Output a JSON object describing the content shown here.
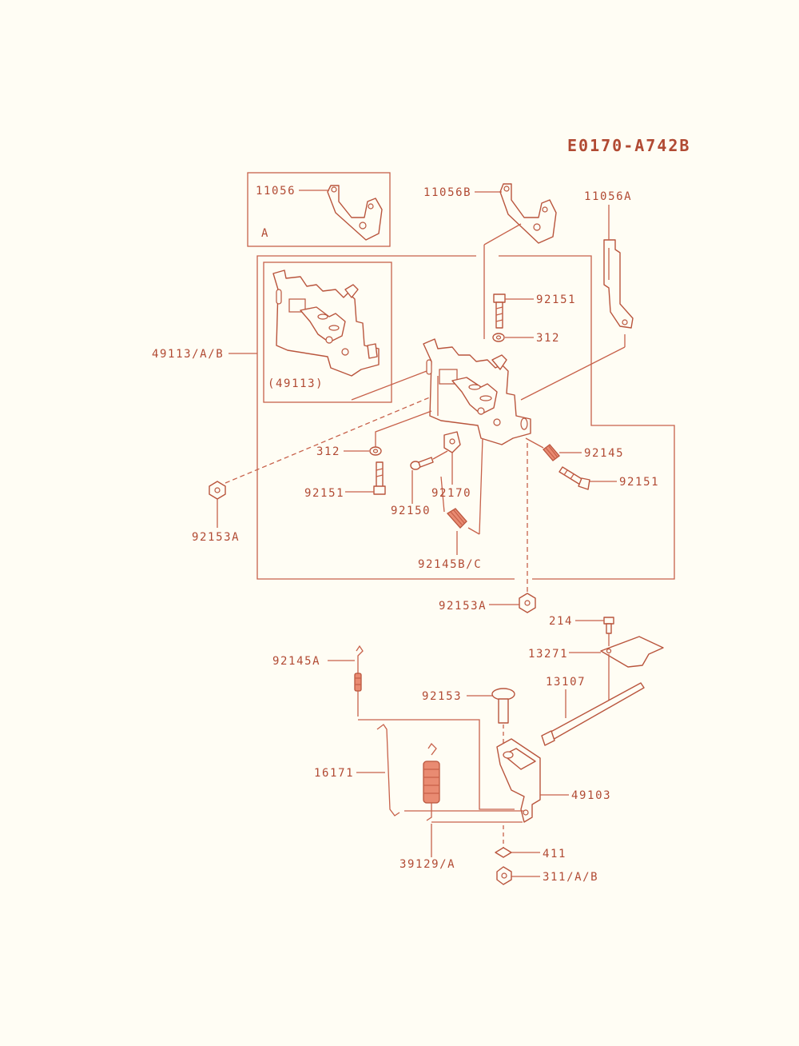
{
  "diagram_code": "E0170-A742B",
  "inset_a": {
    "label": "A"
  },
  "inset_panel": {
    "label": "(49113)"
  },
  "colors": {
    "line": "#c7614a",
    "text": "#b14a33",
    "background": "#fffdf4",
    "spring": "#e98b72"
  },
  "parts": [
    {
      "id": "11056",
      "text": "11056"
    },
    {
      "id": "11056B",
      "text": "11056B"
    },
    {
      "id": "11056A",
      "text": "11056A"
    },
    {
      "id": "92151_top",
      "text": "92151"
    },
    {
      "id": "312_top",
      "text": "312"
    },
    {
      "id": "49113AB",
      "text": "49113/A/B"
    },
    {
      "id": "312_left",
      "text": "312"
    },
    {
      "id": "92145",
      "text": "92145"
    },
    {
      "id": "92151_left",
      "text": "92151"
    },
    {
      "id": "92151_right",
      "text": "92151"
    },
    {
      "id": "92170",
      "text": "92170"
    },
    {
      "id": "92150",
      "text": "92150"
    },
    {
      "id": "92153A_left",
      "text": "92153A"
    },
    {
      "id": "92145BC",
      "text": "92145B/C"
    },
    {
      "id": "92153A_bottom",
      "text": "92153A"
    },
    {
      "id": "214",
      "text": "214"
    },
    {
      "id": "13271",
      "text": "13271"
    },
    {
      "id": "92145A",
      "text": "92145A"
    },
    {
      "id": "13107",
      "text": "13107"
    },
    {
      "id": "92153",
      "text": "92153"
    },
    {
      "id": "16171",
      "text": "16171"
    },
    {
      "id": "49103",
      "text": "49103"
    },
    {
      "id": "411",
      "text": "411"
    },
    {
      "id": "39129A",
      "text": "39129/A"
    },
    {
      "id": "311AB",
      "text": "311/A/B"
    }
  ]
}
